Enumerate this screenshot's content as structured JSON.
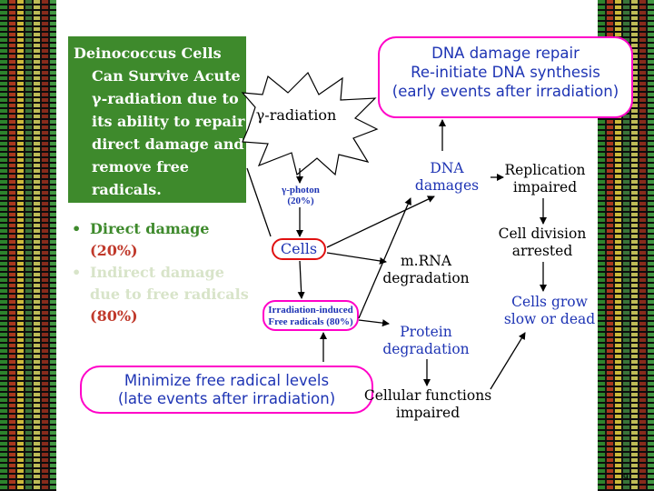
{
  "green_box": {
    "lines": [
      "Deinococcus Cells",
      "Can Survive Acute",
      "γ-radiation  due to",
      "its ability to repair",
      "direct damage and",
      "remove free",
      "radicals."
    ]
  },
  "bullets": [
    {
      "label": "Direct damage",
      "pct": "(20%)"
    },
    {
      "label": "Indirect damage",
      "label2": "due to free radicals",
      "pct": "(80%)"
    }
  ],
  "callout_top": {
    "lines": [
      "DNA damage repair",
      "Re-initiate DNA synthesis",
      "(early events after irradiation)"
    ]
  },
  "starburst": {
    "label": "γ-radiation"
  },
  "photon": {
    "line1": "γ-photon",
    "line2": "(20%)"
  },
  "cells_box": {
    "label": "Cells"
  },
  "free_radicals_box": {
    "line1": "Irradiation-induced",
    "line2": "Free radicals (80%)"
  },
  "minimize_box": {
    "line1": "Minimize free radical levels",
    "line2": "(late events after irradiation)"
  },
  "nodes": {
    "dna_damages": {
      "line1": "DNA",
      "line2": "damages"
    },
    "replication": {
      "line1": "Replication",
      "line2": "impaired"
    },
    "cell_division": {
      "line1": "Cell division",
      "line2": "arrested"
    },
    "mrna": {
      "line1": "m.RNA",
      "line2": "degradation"
    },
    "cells_grow": {
      "line1": "Cells grow",
      "line2": "slow or dead"
    },
    "protein": {
      "line1": "Protein",
      "line2": "degradation"
    },
    "cellular": {
      "line1": "Cellular functions",
      "line2": "impaired"
    }
  },
  "page_number": "9",
  "colors": {
    "green_box": "#3e8a2c",
    "pink_border": "#ff00c8",
    "blue_text": "#1e34b4",
    "red_accent": "#c0392b"
  }
}
